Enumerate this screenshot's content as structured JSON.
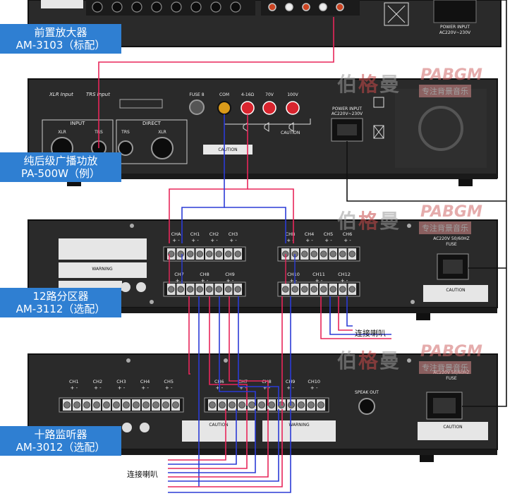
{
  "devices": {
    "preamp": {
      "name": "前置放大器",
      "model": "AM-3103（标配）"
    },
    "amplifier": {
      "name": "纯后级广播功放",
      "model": "PA-500W（例）",
      "sections": {
        "xlr_input": "XLR Input",
        "trs_input": "TRS Input",
        "input": "INPUT",
        "direct": "DIRECT",
        "xlr": "XLR",
        "trs": "TRS"
      },
      "fuse": "FUSE 8",
      "com": "COM",
      "ohm": "4-16Ω",
      "v70": "70V",
      "v100": "100V",
      "power_input": "POWER INPUT",
      "power_spec": "AC220V~230V"
    },
    "zoner": {
      "name": "12路分区器",
      "model": "AM-3112（选配）",
      "fuse": "FUSE",
      "power_spec": "AC220V 50/60HZ"
    },
    "monitor": {
      "name": "十路监听器",
      "model": "AM-3012（选配）",
      "fuse": "FUSE",
      "power_spec": "AC220V 50/60HZ",
      "speak_out": "SPEAK OUT"
    }
  },
  "zoner_channels": {
    "top_left": [
      "CHA",
      "CH1",
      "CH2",
      "CH3"
    ],
    "top_right": [
      "CHB",
      "CH4",
      "CH5",
      "CH6"
    ],
    "bottom_left": [
      "CH7",
      "CH8",
      "CH9"
    ],
    "bottom_right": [
      "CH10",
      "CH11",
      "CH12"
    ]
  },
  "monitor_channels": {
    "left": [
      "CH1",
      "CH2",
      "CH3",
      "CH4",
      "CH5"
    ],
    "right": [
      "CH6",
      "CH7",
      "CH8",
      "CH9",
      "CH10"
    ]
  },
  "speaker_connection": "连接喇叭",
  "panel_text": {
    "caution": "CAUTION",
    "warning": "WARNING",
    "power_input": "POWER INPUT",
    "power_spec": "AC220V~230V"
  },
  "watermark": {
    "cn_gray_1": "伯",
    "cn_red": "格",
    "cn_gray_2": "曼",
    "en": "PABGM",
    "tag": "专注背景音乐"
  },
  "colors": {
    "signal_red": "#e8265a",
    "signal_blue": "#2b3bd6",
    "power_black": "#111111",
    "label_blue": "#2f7fd2",
    "chassis": "#2a2a2a"
  }
}
